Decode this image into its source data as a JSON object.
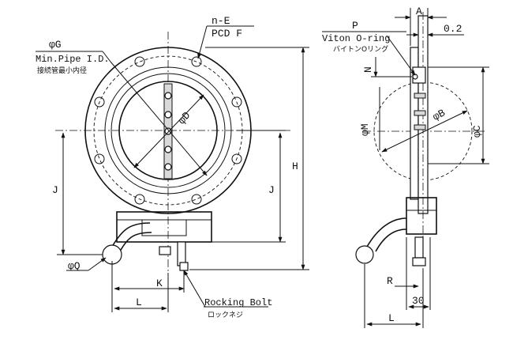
{
  "labels": {
    "ne": "n-E",
    "pcd": "PCD F",
    "og": "φG",
    "min_pipe": "Min.Pipe I.D.",
    "min_pipe_jp": "接続管最小内径",
    "od": "φD",
    "h": "H",
    "j_left": "J",
    "j_right": "J",
    "oq": "φQ",
    "k": "K",
    "l_front": "L",
    "rocking_bolt": "Rocking Bolt",
    "rocking_bolt_jp": "ロックネジ",
    "a": "A",
    "p": "P",
    "viton": "Viton O-ring",
    "viton_jp": "バイトンOリング",
    "dim_02": "0.2",
    "n": "N",
    "om": "φM",
    "ob": "φB",
    "oc": "φC",
    "r": "R",
    "dim_30": "30",
    "l_side": "L"
  }
}
